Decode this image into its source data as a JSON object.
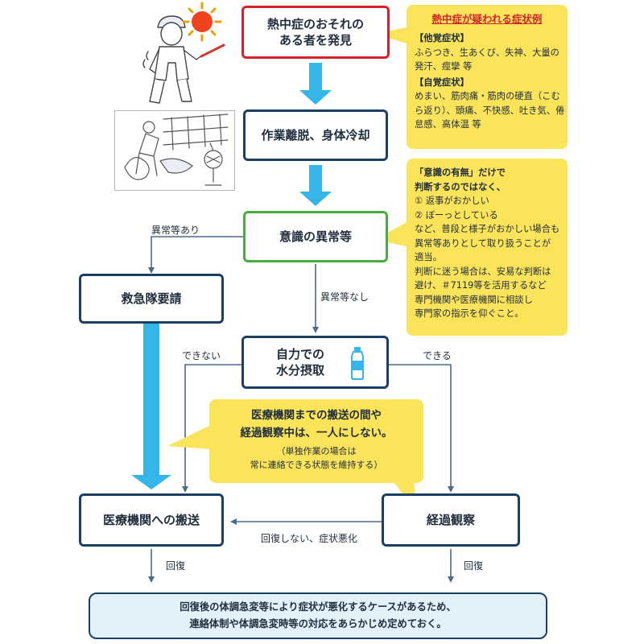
{
  "flow": {
    "discover": [
      "熱中症のおそれの",
      "ある者を発見"
    ],
    "cooling": "作業離脱、身体冷却",
    "consciousness": "意識の異常等",
    "ambulance": "救急隊要請",
    "hydration": [
      "自力での",
      "水分摂取"
    ],
    "transport": "医療機関への搬送",
    "observe": "経過観察"
  },
  "labels": {
    "abnormal_yes": "異常等あり",
    "abnormal_no": "異常等なし",
    "cannot": "できない",
    "can": "できる",
    "no_recovery": "回復しない、症状悪化",
    "recovery_left": "回復",
    "recovery_right": "回復"
  },
  "symptoms": {
    "title": "熱中症が疑われる症状例",
    "objective_heading": "【他覚症状】",
    "objective_lines": [
      "ふらつき、生あくび、失神、大量の",
      "発汗、痙攣 等"
    ],
    "subjective_heading": "【自覚症状】",
    "subjective_lines": [
      "めまい、筋肉痛・筋肉の硬直（こむ",
      "ら返り）、頭痛、不快感、吐き気、倦",
      "怠感、高体温 等"
    ]
  },
  "judgement_note": {
    "heading_lines": [
      "「意識の有無」だけで",
      "判断するのではなく、"
    ],
    "lines": [
      "① 返事がおかしい",
      "② ぼーっとしている",
      "など、普段と様子がおかしい場合も",
      "異常等ありとして取り扱うことが",
      "適当。",
      "判断に迷う場合は、安易な判断は",
      "避け、＃7119等を活用するなど",
      "専門機関や医療機関に相談し",
      "専門家の指示を仰ぐこと。"
    ]
  },
  "alone_note": {
    "main_lines": [
      "医療機関までの搬送の間や",
      "経過観察中は、一人にしない。"
    ],
    "sub_lines": [
      "（単独作業の場合は",
      "常に連絡できる状態を維持する）"
    ]
  },
  "footer": {
    "lines": [
      "回復後の体調急変等により症状が悪化するケースがあるため、",
      "連絡体制や体調急変時等の対応をあらかじめ定めておく。"
    ]
  },
  "colors": {
    "navy": "#1c3f66",
    "alert_red": "#d2232a",
    "consciousness_green": "#48ad3f",
    "flow_arrow_blue": "#35b6e8",
    "note_yellow": "#fbe35a",
    "footer_fill": "#e2f2fb"
  },
  "icons": [
    "sun-icon",
    "worker-illustration",
    "cooling-scene-illustration",
    "water-bottle-icon"
  ]
}
